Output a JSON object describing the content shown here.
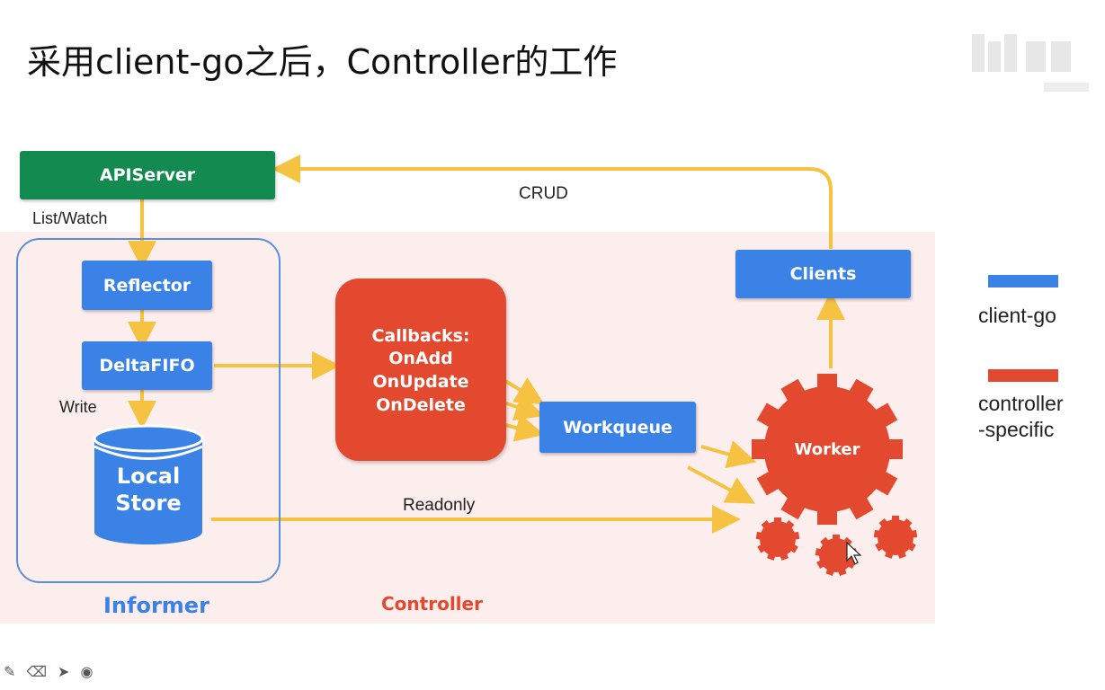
{
  "slide": {
    "title": "采用client-go之后，Controller的工作"
  },
  "nodes": {
    "apiserver": "APIServer",
    "reflector": "Reflector",
    "deltafifo": "DeltaFIFO",
    "local_store_line1": "Local",
    "local_store_line2": "Store",
    "callbacks_lines": [
      "Callbacks:",
      "OnAdd",
      "OnUpdate",
      "OnDelete"
    ],
    "workqueue": "Workqueue",
    "worker": "Worker",
    "clients": "Clients"
  },
  "edges": {
    "list_watch": "List/Watch",
    "write": "Write",
    "readonly": "Readonly",
    "crud": "CRUD"
  },
  "regions": {
    "informer": "Informer",
    "controller": "Controller"
  },
  "legend": [
    {
      "label_lines": [
        "client-go"
      ],
      "color": "#3b82e6"
    },
    {
      "label_lines": [
        "controller",
        "-specific"
      ],
      "color": "#e3492f"
    }
  ],
  "colors": {
    "arrow": "#f5c242",
    "client_go": "#3b82e6",
    "controller_specific": "#e3492f",
    "apiserver": "#138a4f",
    "informer_label": "#3b82e6",
    "controller_label": "#e3492f"
  },
  "toolbar_icons": [
    "pen-icon",
    "eraser-icon",
    "pointer-icon",
    "target-icon"
  ]
}
